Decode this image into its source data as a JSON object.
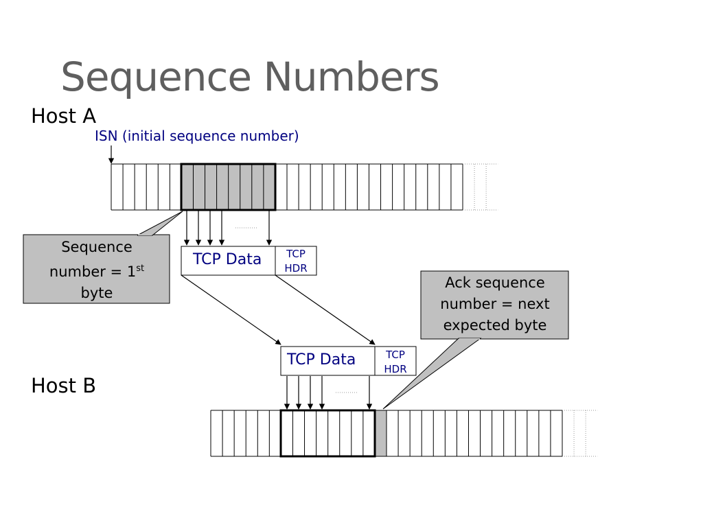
{
  "slide": {
    "title": "Sequence Numbers"
  },
  "host_a": {
    "label": "Host A",
    "isn_label": "ISN (initial sequence number)"
  },
  "host_b": {
    "label": "Host B"
  },
  "packet_a": {
    "data_label": "TCP Data",
    "hdr_line1": "TCP",
    "hdr_line2": "HDR"
  },
  "packet_b": {
    "data_label": "TCP Data",
    "hdr_line1": "TCP",
    "hdr_line2": "HDR"
  },
  "callout_sequence": {
    "line1": "Sequence",
    "line2_prefix": "number = 1",
    "line2_superscript": "st",
    "line3": "byte"
  },
  "callout_ack": {
    "line1": "Ack sequence",
    "line2": "number = next",
    "line3": "expected byte"
  },
  "colors": {
    "title": "#5f5f5f",
    "accent_text": "#000080",
    "shaded": "#c0c0c0",
    "callout_fill": "#c0c0c0"
  }
}
